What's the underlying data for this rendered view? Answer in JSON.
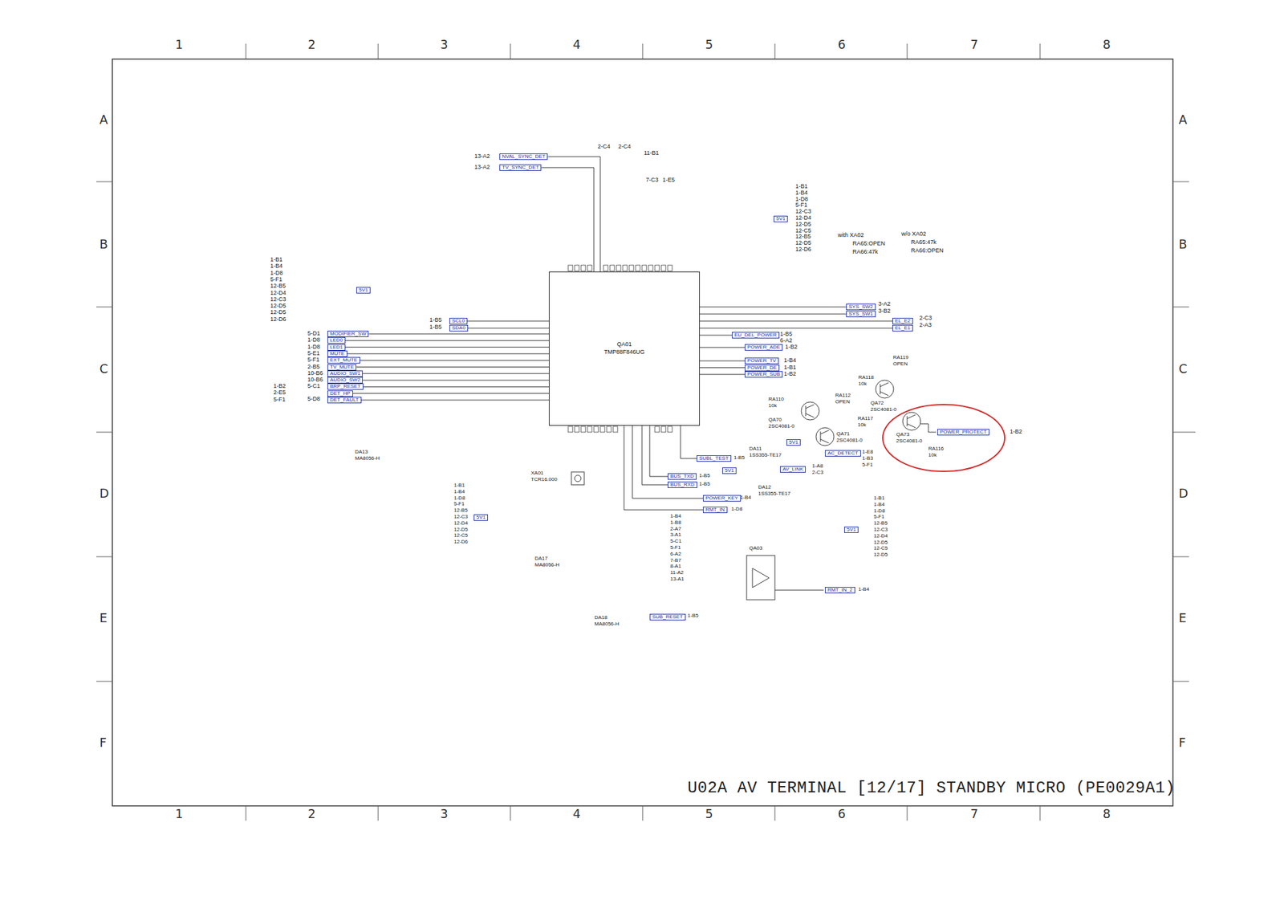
{
  "diagram": {
    "title": "U02A AV TERMINAL [12/17] STANDBY MICRO (PE0029A1)",
    "nodes": [
      {
        "text": [
          "QA01",
          "TMP88F846UG"
        ]
      },
      {
        "text": [
          "MODIFIER_SW"
        ]
      },
      {
        "text": [
          "LED0"
        ]
      },
      {
        "text": [
          "LED1"
        ]
      },
      {
        "text": [
          "MUTE"
        ]
      },
      {
        "text": [
          "EXT_MUTE"
        ]
      },
      {
        "text": [
          "TV_MUTE"
        ]
      },
      {
        "text": [
          "AUDIO_SW1"
        ]
      },
      {
        "text": [
          "AUDIO_SW2"
        ]
      },
      {
        "text": [
          "BRP_RESET"
        ]
      },
      {
        "text": [
          "DET_HP"
        ]
      },
      {
        "text": [
          "DET_FAULT"
        ]
      },
      {
        "text": [
          "SCL0"
        ]
      },
      {
        "text": [
          "SDA0"
        ]
      },
      {
        "text": [
          "SYS_SW2"
        ]
      },
      {
        "text": [
          "SYS_SW1"
        ]
      },
      {
        "text": [
          "EL_E2"
        ]
      },
      {
        "text": [
          "EL_E1"
        ]
      },
      {
        "text": [
          "EU_DEL_POWER"
        ]
      },
      {
        "text": [
          "POWER_ADE"
        ]
      },
      {
        "text": [
          "POWER_TV"
        ]
      },
      {
        "text": [
          "POWER_DE"
        ]
      },
      {
        "text": [
          "POWER_SUB"
        ]
      },
      {
        "text": [
          "POWER_PROTECT"
        ]
      },
      {
        "text": [
          "AC_DETECT"
        ]
      },
      {
        "text": [
          "5V1"
        ]
      },
      {
        "text": [
          "AV_LINK"
        ]
      },
      {
        "text": [
          "SUBL_TEST"
        ]
      },
      {
        "text": [
          "5V1"
        ]
      },
      {
        "text": [
          "BUS_TXD"
        ]
      },
      {
        "text": [
          "BUS_RXD"
        ]
      },
      {
        "text": [
          "POWER_KEY"
        ]
      },
      {
        "text": [
          "RMT_IN"
        ]
      },
      {
        "text": [
          "5V1"
        ]
      },
      {
        "text": [
          "5V1"
        ]
      },
      {
        "text": [
          "5V1"
        ]
      },
      {
        "text": [
          "SUB_RESET"
        ]
      },
      {
        "text": [
          "RMT_IN_2"
        ]
      },
      {
        "text": [
          "5V1"
        ]
      },
      {
        "text": [
          "NVAL_SYNC_DET"
        ]
      },
      {
        "text": [
          "TV_SYNC_DET"
        ]
      }
    ],
    "edges": [
      {
        "from": 1,
        "to": 0,
        "arrow": "none"
      },
      {
        "from": 2,
        "to": 0,
        "arrow": "none"
      },
      {
        "from": 3,
        "to": 0,
        "arrow": "none"
      },
      {
        "from": 4,
        "to": 0,
        "arrow": "none"
      },
      {
        "from": 5,
        "to": 0,
        "arrow": "none"
      },
      {
        "from": 6,
        "to": 0,
        "arrow": "none"
      },
      {
        "from": 7,
        "to": 0,
        "arrow": "none"
      },
      {
        "from": 8,
        "to": 0,
        "arrow": "none"
      },
      {
        "from": 9,
        "to": 0,
        "arrow": "none"
      },
      {
        "from": 10,
        "to": 0,
        "arrow": "none"
      },
      {
        "from": 11,
        "to": 0,
        "arrow": "none"
      },
      {
        "from": 12,
        "to": 0,
        "arrow": "none"
      },
      {
        "from": 13,
        "to": 0,
        "arrow": "none"
      },
      {
        "from": 14,
        "to": 0,
        "arrow": "none"
      },
      {
        "from": 15,
        "to": 0,
        "arrow": "none"
      },
      {
        "from": 16,
        "to": 0,
        "arrow": "none"
      },
      {
        "from": 17,
        "to": 0,
        "arrow": "none"
      },
      {
        "from": 18,
        "to": 0,
        "arrow": "none"
      },
      {
        "from": 19,
        "to": 0,
        "arrow": "none"
      },
      {
        "from": 20,
        "to": 0,
        "arrow": "none"
      },
      {
        "from": 21,
        "to": 0,
        "arrow": "none"
      },
      {
        "from": 22,
        "to": 0,
        "arrow": "none"
      },
      {
        "from": 27,
        "to": 0,
        "arrow": "none"
      },
      {
        "from": 29,
        "to": 0,
        "arrow": "none"
      },
      {
        "from": 30,
        "to": 0,
        "arrow": "none"
      },
      {
        "from": 31,
        "to": 0,
        "arrow": "none"
      },
      {
        "from": 32,
        "to": 0,
        "arrow": "none"
      },
      {
        "from": 39,
        "to": 0,
        "arrow": "none"
      },
      {
        "from": 40,
        "to": 0,
        "arrow": "none"
      }
    ],
    "labels": [
      "1",
      "2",
      "3",
      "4",
      "5",
      "6",
      "7",
      "8",
      "1",
      "2",
      "3",
      "4",
      "5",
      "6",
      "7",
      "8",
      "A",
      "B",
      "C",
      "D",
      "E",
      "F",
      "A",
      "B",
      "C",
      "D",
      "E",
      "F",
      "13-A2",
      "13-A2",
      "2-C4",
      "2-C4",
      "11-B1",
      "7-C3",
      "1-E5",
      "1-B1",
      "1-B4",
      "1-D8",
      "5-F1",
      "12-B5",
      "12-D4",
      "12-C3",
      "12-D5",
      "12-D5",
      "12-D6",
      "5-D1",
      "1-D8",
      "1-D8",
      "5-E1",
      "5-F1",
      "2-B5",
      "10-B6",
      "10-B6",
      "5-C1",
      "1-B2",
      "2-E5",
      "5-F1",
      "5-D8",
      "1-B5",
      "1-B5",
      "1-B1",
      "1-B4",
      "1-D8",
      "5-F1",
      "12-C3",
      "12-D4",
      "12-D5",
      "12-C5",
      "12-B5",
      "12-D5",
      "12-D6",
      "with XA02",
      "RA65:OPEN",
      "RA66:47k",
      "w/o XA02",
      "RA65:47k",
      "RA66:OPEN",
      "3-A2",
      "3-B2",
      "2-C3",
      "2-A3",
      "1-B5",
      "6-A2",
      "1-B2",
      "1-B4",
      "1-B1",
      "1-B2",
      "RA119",
      "OPEN",
      "RA110",
      "10k",
      "QA70",
      "2SC4081-0",
      "RA112",
      "OPEN",
      "RA118",
      "10k",
      "QA72",
      "2SC4081-0",
      "RA117",
      "10k",
      "QA71",
      "2SC4081-0",
      "QA73",
      "2SC4081-0",
      "RA116",
      "10k",
      "1-B2",
      "1-E8",
      "1-B3",
      "5-F1",
      "1-A8",
      "2-C3",
      "DA11",
      "1SS355-TE17",
      "1-B5",
      "DA12",
      "1SS355-TE17",
      "1-B5",
      "1-B5",
      "1-B4",
      "1-D8",
      "1-B4",
      "1-B8",
      "2-A7",
      "3-A1",
      "5-C1",
      "5-F1",
      "6-A2",
      "7-B7",
      "8-A1",
      "11-A2",
      "13-A1",
      "1-B1",
      "1-B4",
      "1-D8",
      "5-F1",
      "12-B5",
      "12-C3",
      "12-D4",
      "12-D5",
      "12-C5",
      "12-D5",
      "1-B4",
      "QA03",
      "1-B1",
      "1-B4",
      "1-D8",
      "5-F1",
      "12-B5",
      "12-C3",
      "12-D4",
      "12-D5",
      "12-C5",
      "12-D6",
      "XA01",
      "TCR16.000",
      "DA17",
      "MA8056-H",
      "DA18",
      "MA8056-H",
      "1-B5",
      "DA13",
      "MA8056-H"
    ]
  }
}
